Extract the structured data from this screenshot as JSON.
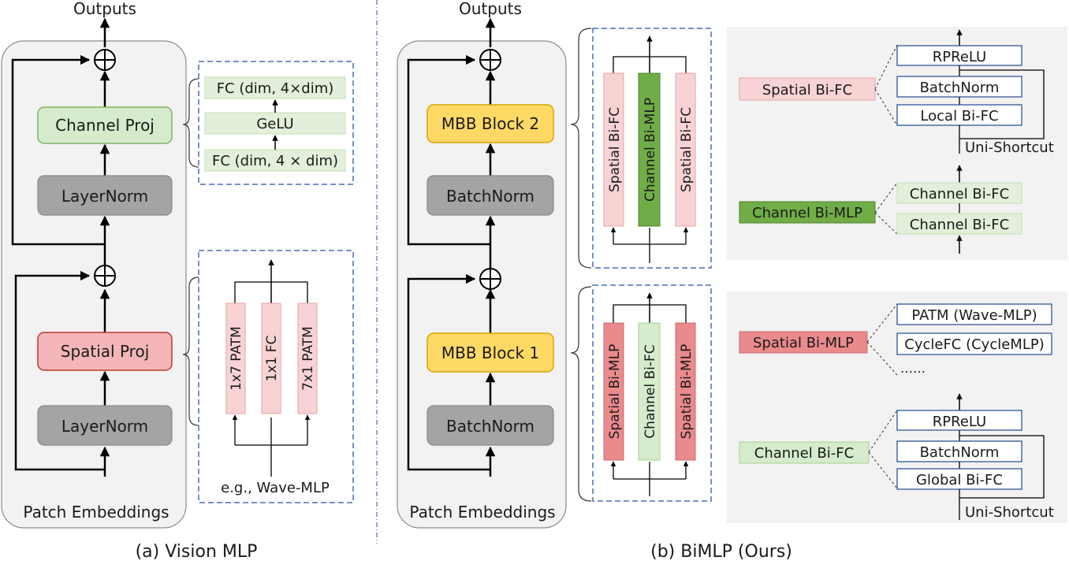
{
  "caption_a": "(a) Vision MLP",
  "caption_b": "(b) BiMLP (Ours)",
  "vision_mlp": {
    "outputs": "Outputs",
    "patch_embeddings": "Patch Embeddings",
    "channel_proj": "Channel Proj",
    "layernorm_top": "LayerNorm",
    "spatial_proj": "Spatial Proj",
    "layernorm_bottom": "LayerNorm",
    "channel_detail": {
      "fc_top": "FC (dim, 4×dim)",
      "gelu": "GeLU",
      "fc_bottom": "FC (dim, 4 × dim)"
    },
    "spatial_detail": {
      "branches": [
        "1x7 PATM",
        "1x1 FC",
        "7x1 PATM"
      ],
      "example": "e.g., Wave-MLP"
    }
  },
  "bimlp": {
    "outputs": "Outputs",
    "patch_embeddings": "Patch Embeddings",
    "mbb_block_2": "MBB Block 2",
    "batchnorm_top": "BatchNorm",
    "mbb_block_1": "MBB Block 1",
    "batchnorm_bottom": "BatchNorm",
    "block2_branches": [
      "Spatial Bi-FC",
      "Channel Bi-MLP",
      "Spatial Bi-FC"
    ],
    "block1_branches": [
      "Spatial Bi-MLP",
      "Channel Bi-FC",
      "Spatial Bi-MLP"
    ],
    "legend_top": {
      "spatial_bifc": "Spatial Bi-FC",
      "rprelu": "RPReLU",
      "batchnorm": "BatchNorm",
      "local_bifc": "Local Bi-FC",
      "uni_shortcut": "Uni-Shortcut",
      "channel_bimlp": "Channel Bi-MLP",
      "channel_bifc_1": "Channel Bi-FC",
      "channel_bifc_2": "Channel Bi-FC"
    },
    "legend_bottom": {
      "spatial_bimlp": "Spatial Bi-MLP",
      "patm": "PATM (Wave-MLP)",
      "cyclefc": "CycleFC (CycleMLP)",
      "ellipsis": "……",
      "channel_bifc": "Channel Bi-FC",
      "rprelu": "RPReLU",
      "batchnorm": "BatchNorm",
      "global_bifc": "Global Bi-FC",
      "uni_shortcut": "Uni-Shortcut"
    }
  },
  "colors": {
    "green_fill": "#d5ebcc",
    "green_stroke": "#82b366",
    "red_fill": "#f4b6b8",
    "red_stroke": "#c0392b",
    "pink_fill": "#f8d3d3",
    "gray_fill": "#a6a3a3",
    "yellow_fill": "#ffd966",
    "panel_fill": "#f2f2f2",
    "dash_blue": "#4a6fb5",
    "box_blue": "#2f5597"
  }
}
